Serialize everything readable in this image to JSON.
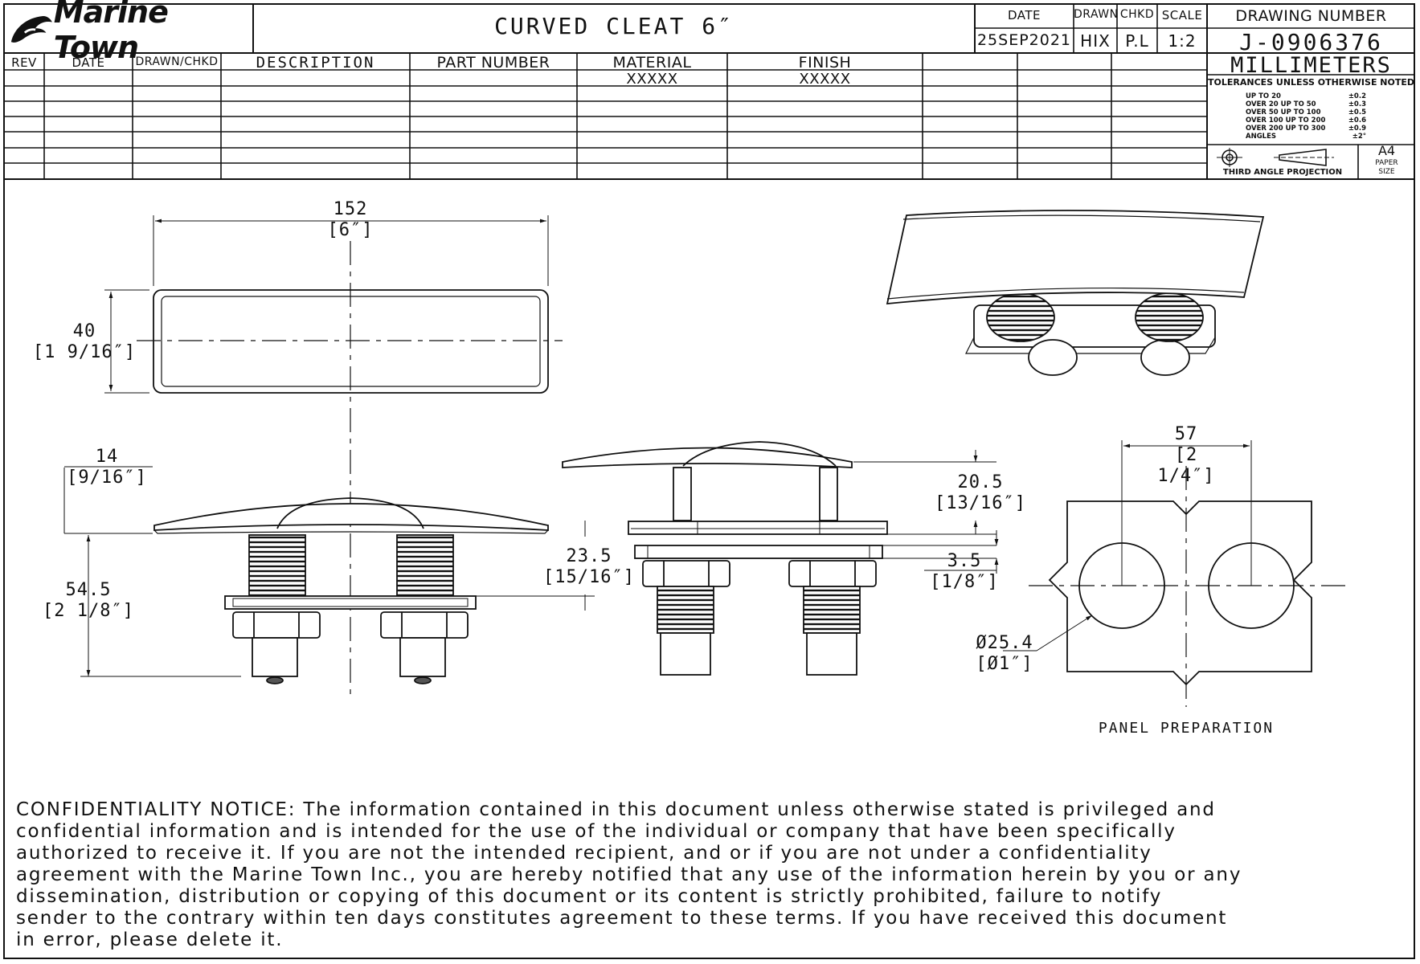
{
  "brand": {
    "name": "Marine Town"
  },
  "drawing_title": "CURVED CLEAT 6″",
  "title_block": {
    "date_label": "DATE",
    "drawn_label": "DRAWN",
    "chkd_label": "CHKD",
    "scale_label": "SCALE",
    "drawing_number_label": "DRAWING NUMBER",
    "date_value": "25SEP2021",
    "drawn_value": "HIX",
    "chkd_value": "P.L",
    "scale_value": "1:2",
    "drawing_number_value": "J-0906376"
  },
  "revision_table": {
    "headers": [
      "REV",
      "DATE",
      "DRAWN/CHKD",
      "DESCRIPTION",
      "PART NUMBER",
      "MATERIAL",
      "FINISH"
    ],
    "row1": {
      "material": "XXXXX",
      "finish": "XXXXX"
    }
  },
  "units": "MILLIMETERS",
  "tolerances": {
    "heading": "TOLERANCES UNLESS OTHERWISE NOTED",
    "rows": [
      {
        "range": "UP   TO 20",
        "value": "±0.2"
      },
      {
        "range": "OVER 20 UP TO 50",
        "value": "±0.3"
      },
      {
        "range": "OVER 50 UP TO 100",
        "value": "±0.5"
      },
      {
        "range": "OVER 100 UP TO 200",
        "value": "±0.6"
      },
      {
        "range": "OVER 200 UP TO 300",
        "value": "±0.9"
      },
      {
        "range": "ANGLES",
        "value": "±2°"
      }
    ]
  },
  "projection_label": "THIRD ANGLE PROJECTION",
  "paper": {
    "size": "A4",
    "label": "PAPER SIZE"
  },
  "dimensions": {
    "top_length": {
      "mm": "152",
      "inch": "[6″]"
    },
    "top_width": {
      "mm": "40",
      "inch": "[1 9/16″]"
    },
    "side_height": {
      "mm": "14",
      "inch": "[9/16″]"
    },
    "stud_length": {
      "mm": "54.5",
      "inch": "[2 1/8″]"
    },
    "front_height": {
      "mm": "20.5",
      "inch": "[13/16″]"
    },
    "front_base": {
      "mm": "23.5",
      "inch": "[15/16″]"
    },
    "plate_thickness": {
      "mm": "3.5",
      "inch": "[1/8″]"
    },
    "hole_spacing": {
      "mm": "57",
      "inch": "[2 1/4″]"
    },
    "hole_diameter": {
      "mm": "Ø25.4",
      "inch": "[Ø1″]"
    }
  },
  "panel_preparation_label": "PANEL PREPARATION",
  "confidentiality_notice": [
    "CONFIDENTIALITY NOTICE: The information contained in this document unless otherwise stated is privileged and",
    "confidential information and is intended for the use of the individual or company that have been specifically",
    "authorized to receive it. If you are not the intended recipient, and or if you are not under a confidentiality",
    "agreement with the Marine Town Inc., you are hereby notified that any use of the information herein by you or any",
    "dissemination, distribution or copying of this document or its content is strictly prohibited, failure to notify",
    "sender to the contrary within ten days constitutes agreement to these terms. If you have received this document",
    "in error, please delete it."
  ]
}
